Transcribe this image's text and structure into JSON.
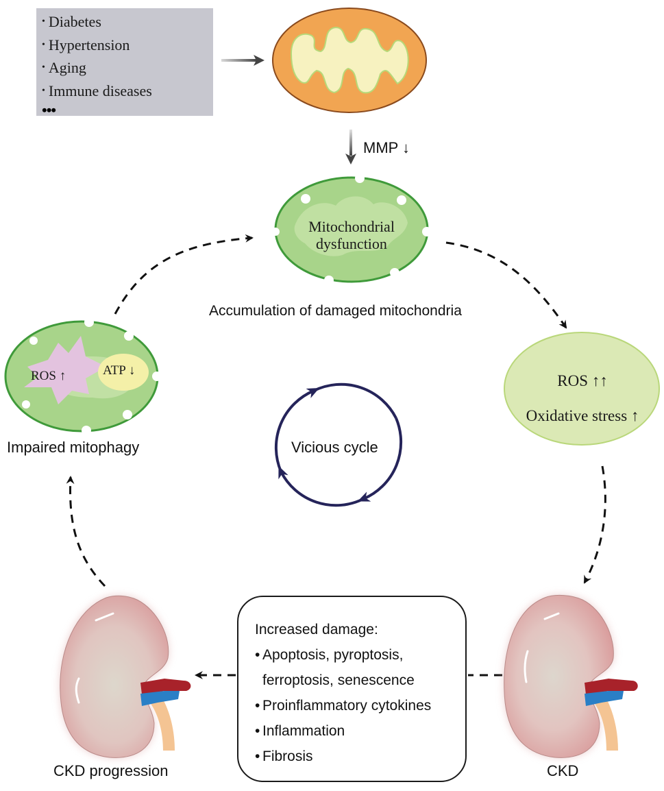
{
  "risk_factors": {
    "items": [
      "Diabetes",
      "Hypertension",
      "Aging",
      "Immune diseases"
    ],
    "ellipsis": "•••"
  },
  "mmp_label": "MMP ↓",
  "dysfunction": {
    "line1": "Mitochondrial",
    "line2": "dysfunction",
    "caption": "Accumulation of damaged mitochondria"
  },
  "ros_node": {
    "line1": "ROS ↑↑",
    "line2": "Oxidative stress ↑"
  },
  "mitophagy": {
    "ros_label": "ROS ↑",
    "atp_label": "ATP ↓",
    "caption": "Impaired mitophagy"
  },
  "center": {
    "label": "Vicious cycle"
  },
  "damage": {
    "heading": "Increased damage:",
    "items": [
      {
        "line1": "Apoptosis, pyroptosis,",
        "line2": "ferroptosis, senescence"
      },
      {
        "line1": "Proinflammatory cytokines"
      },
      {
        "line1": "Inflammation"
      },
      {
        "line1": "Fibrosis"
      }
    ]
  },
  "kidneys": {
    "left_caption": "CKD progression",
    "right_caption": "CKD"
  },
  "colors": {
    "risk_box_bg": "#c7c7cf",
    "healthy_mito_outer": "#f1a552",
    "healthy_mito_inner": "#f7f2c0",
    "damaged_mito": "#a8d48a",
    "damaged_mito_border": "#3f9a3a",
    "ros_ellipse": "#dbe9b5",
    "ros_star": "#e3c3df",
    "atp_blob": "#f4f0a8",
    "cycle_arrow": "#25245a",
    "kidney": "#e2b7b4",
    "artery": "#a8222a",
    "vein": "#2a7fc6",
    "ureter": "#f4c493"
  }
}
